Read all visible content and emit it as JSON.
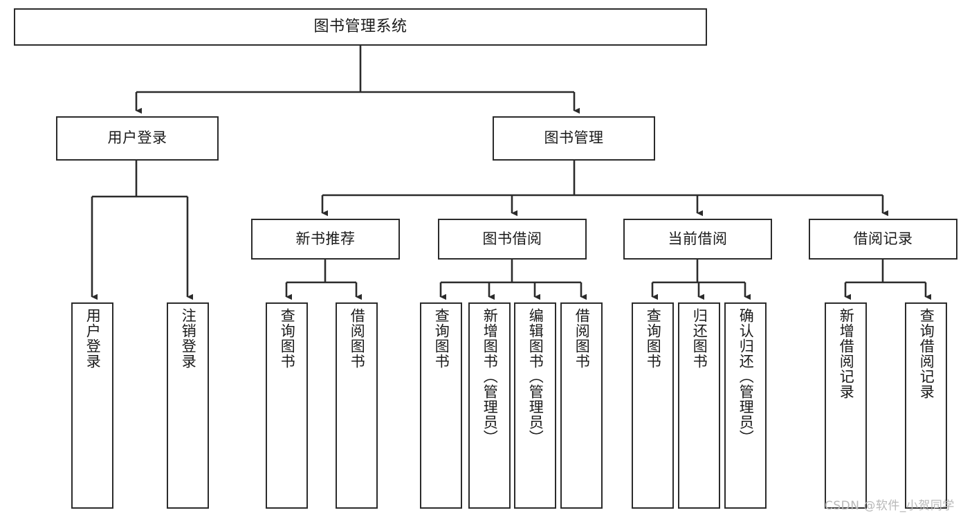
{
  "diagram": {
    "title": "图书管理系统",
    "type": "tree-hierarchy-diagram",
    "colors": {
      "box_border": "#2b2b2b",
      "box_fill": "#ffffff",
      "connector": "#2b2b2b",
      "watermark": "#b8b8b8",
      "background": "#ffffff"
    },
    "root": {
      "label": "图书管理系统"
    },
    "level2": [
      {
        "label": "用户登录"
      },
      {
        "label": "图书管理"
      }
    ],
    "level3": [
      {
        "label": "新书推荐"
      },
      {
        "label": "图书借阅"
      },
      {
        "label": "当前借阅"
      },
      {
        "label": "借阅记录"
      }
    ],
    "leaves": {
      "user_login": [
        {
          "label": "用户登录"
        },
        {
          "label": "注销登录"
        }
      ],
      "new_book_recommend": [
        {
          "label": "查询图书"
        },
        {
          "label": "借阅图书"
        }
      ],
      "book_borrow": [
        {
          "label": "查询图书"
        },
        {
          "label": "新增图书（管理员）"
        },
        {
          "label": "编辑图书（管理员）"
        },
        {
          "label": "借阅图书"
        }
      ],
      "current_borrow": [
        {
          "label": "查询图书"
        },
        {
          "label": "归还图书"
        },
        {
          "label": "确认归还（管理员）"
        }
      ],
      "borrow_record": [
        {
          "label": "新增借阅记录"
        },
        {
          "label": "查询借阅记录"
        }
      ]
    },
    "watermark": "CSDN @软件_小贺同学"
  }
}
